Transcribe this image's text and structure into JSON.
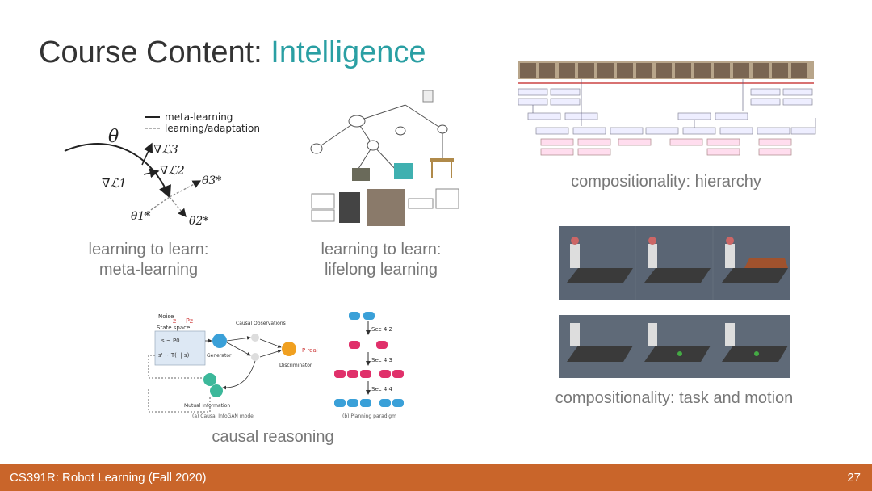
{
  "title": {
    "prefix": "Course Content: ",
    "accent": "Intelligence",
    "accent_color": "#2a9fa3"
  },
  "figures": {
    "meta_learning": {
      "legend_solid": "meta-learning",
      "legend_dashed": "learning/adaptation",
      "theta": "θ",
      "grad_l1": "∇ℒ1",
      "grad_l2": "∇ℒ2",
      "grad_l3": "∇ℒ3",
      "theta1": "θ1*",
      "theta2": "θ2*",
      "theta3": "θ3*",
      "caption_line1": "learning to learn:",
      "caption_line2": "meta-learning"
    },
    "lifelong": {
      "caption_line1": "learning to learn:",
      "caption_line2": "lifelong learning"
    },
    "hierarchy": {
      "caption": "compositionality: hierarchy"
    },
    "task_motion": {
      "caption": "compositionality: task and motion"
    },
    "causal": {
      "noise_label": "Noise",
      "noise_formula": "z ~ Pz",
      "state_space": "State space",
      "formula_a": "s ~ P0",
      "formula_b": "s' ~ T(· | s)",
      "causal_obs": "Causal\nObservations",
      "generator": "Generator",
      "discriminator": "Discriminator",
      "mutual_info": "Mutual Information",
      "sub_a": "(a) Causal InfoGAN model",
      "sub_b": "(b) Planning paradigm",
      "sec42": "Sec 4.2",
      "sec43": "Sec 4.3",
      "sec44": "Sec 4.4",
      "caption": "causal reasoning"
    }
  },
  "footer": {
    "course": "CS391R: Robot Learning (Fall 2020)",
    "page": "27",
    "bar_color": "#c9652a"
  }
}
